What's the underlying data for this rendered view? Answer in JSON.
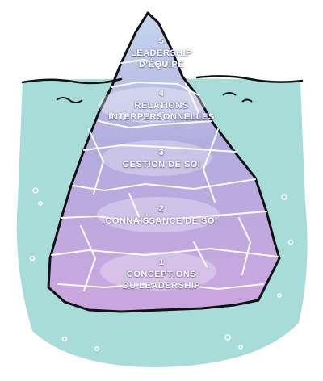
{
  "colors": {
    "water": "#a8dcd9",
    "water_line": "#111111",
    "ice_top": "#b8cce8",
    "ice_mid": "#b3a9e0",
    "ice_bottom": "#c9a6e0",
    "outline": "#111111",
    "text": "#ffffff"
  },
  "levels": [
    {
      "number": "5",
      "line1": "LEADERSHIP",
      "line2": "D'ÉQUIPE"
    },
    {
      "number": "4",
      "line1": "RELATIONS",
      "line2": "INTERPERSONNELLES"
    },
    {
      "number": "3",
      "line1": "GESTION DE SOI",
      "line2": ""
    },
    {
      "number": "2",
      "line1": "CONNAISSANCE DE SOI",
      "line2": ""
    },
    {
      "number": "1",
      "line1": "CONCEPTIONS",
      "line2": "DU LEADERSHIP"
    }
  ]
}
